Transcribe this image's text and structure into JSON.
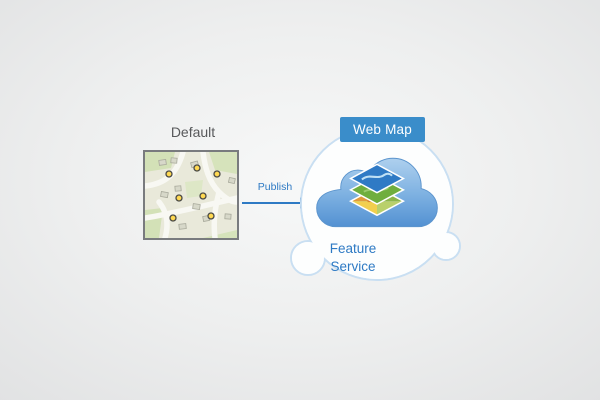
{
  "diagram": {
    "source": {
      "label": "Default"
    },
    "action": {
      "label": "Publish"
    },
    "target": {
      "badge": "Web Map",
      "label": "Feature Service"
    }
  },
  "colors": {
    "background_outer": "#e1e2e3",
    "background_inner": "#f7f8f8",
    "accent_blue": "#2e7ac4",
    "badge_blue": "#3a8dca",
    "bubble_stroke": "#c9dff2",
    "bubble_fill": "#fdfefe",
    "cloud_blue_light": "#aed0ee",
    "cloud_blue_dark": "#5391d2",
    "label_gray": "#58595b",
    "map_background": "#e9e9da",
    "map_green": "#d3e1b7",
    "map_road": "#f8f8f3",
    "map_border": "#797b7e",
    "point_yellow": "#ffd952",
    "layer_blue": "#2f7ac5",
    "layer_green": "#6fae3e",
    "layer_orange": "#e09a3c"
  },
  "icons": [
    "map-thumbnail",
    "publish-arrow-icon",
    "cloud-icon",
    "map-layers-icon",
    "map-point-icon"
  ]
}
